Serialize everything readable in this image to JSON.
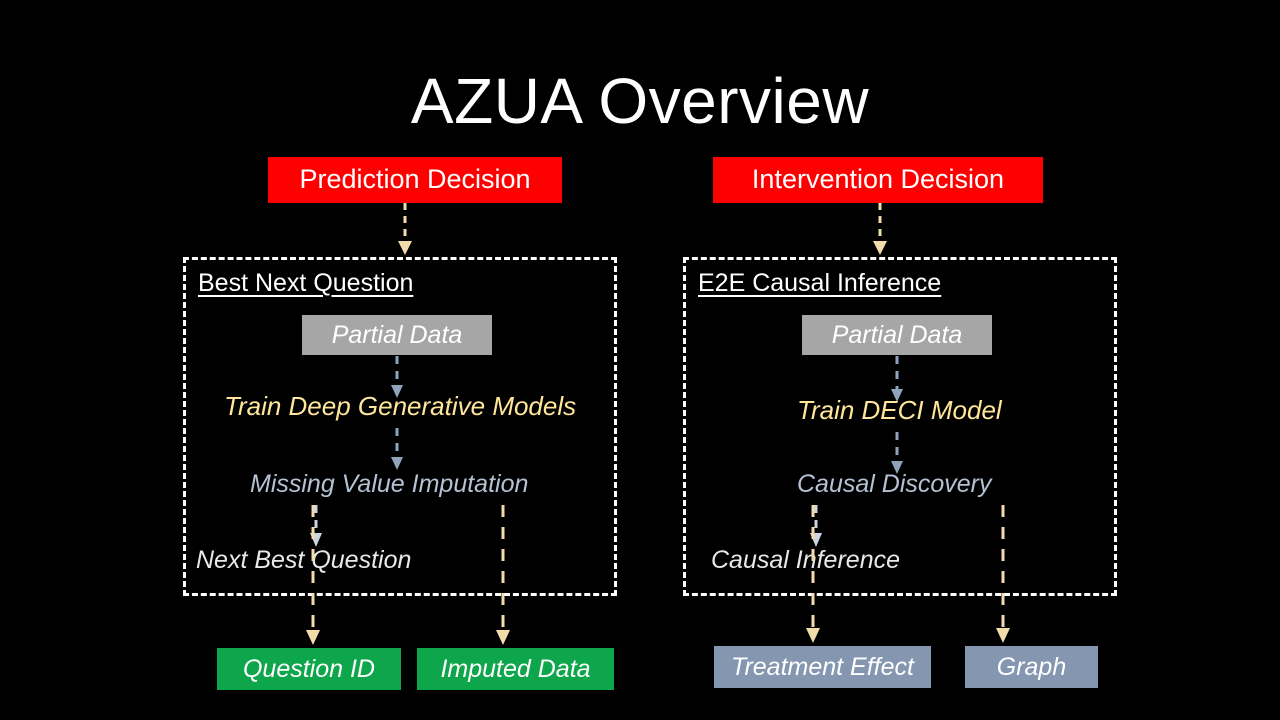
{
  "slide": {
    "title": "AZUA Overview",
    "background_color": "#000000"
  },
  "colors": {
    "decision_red": "#FF0000",
    "partial_data_gray": "#A6A6A6",
    "train_yellow": "#FFE699",
    "mid_blue_gray": "#B4C2D4",
    "output_green": "#0EA64A",
    "output_blue_gray": "#8496B0",
    "dashed_border_white": "#FFFFFF",
    "arrow_blue": "#8FA3BC",
    "arrow_cream": "#F2DDAA"
  },
  "decisions": [
    {
      "id": "prediction",
      "label": "Prediction Decision"
    },
    {
      "id": "intervention",
      "label": "Intervention Decision"
    }
  ],
  "pipelines": [
    {
      "id": "best-next-question",
      "title": "Best Next Question",
      "partial_data": "Partial Data",
      "train_stage": "Train Deep Generative Models",
      "mid_stage": "Missing Value Imputation",
      "out_stage": "Next Best Question"
    },
    {
      "id": "e2e-causal-inference",
      "title": "E2E Causal Inference",
      "partial_data": "Partial Data",
      "train_stage": "Train DECI Model",
      "mid_stage": "Causal Discovery",
      "out_stage": "Causal Inference"
    }
  ],
  "outputs": [
    {
      "id": "question-id",
      "label": "Question ID",
      "style": "green"
    },
    {
      "id": "imputed-data",
      "label": "Imputed Data",
      "style": "green"
    },
    {
      "id": "treatment-effect",
      "label": "Treatment Effect",
      "style": "blue-gray"
    },
    {
      "id": "graph",
      "label": "Graph",
      "style": "blue-gray"
    }
  ]
}
